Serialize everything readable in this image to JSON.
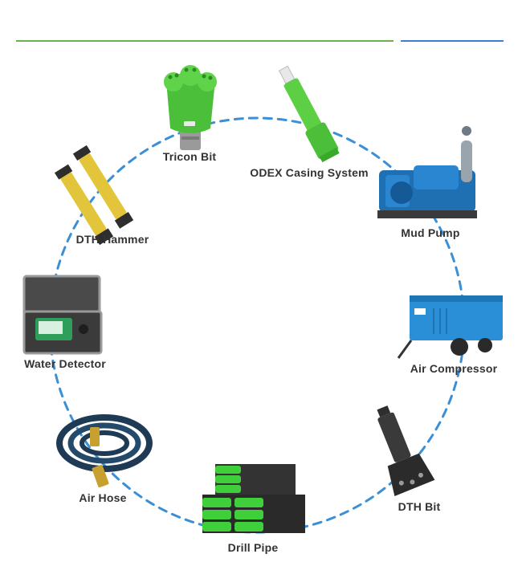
{
  "colors": {
    "rule_green": "#6ab04c",
    "rule_blue": "#3b7ed6",
    "dash": "#3a8fd6",
    "label": "#333333"
  },
  "products": [
    {
      "id": "tricon-bit",
      "label": "Tricon Bit",
      "icon": "tricon-bit-icon"
    },
    {
      "id": "odex-casing",
      "label": "ODEX Casing System",
      "icon": "odex-casing-icon"
    },
    {
      "id": "mud-pump",
      "label": "Mud Pump",
      "icon": "mud-pump-icon"
    },
    {
      "id": "air-compressor",
      "label": "Air  Compressor",
      "icon": "air-compressor-icon"
    },
    {
      "id": "dth-bit",
      "label": "DTH Bit",
      "icon": "dth-bit-icon"
    },
    {
      "id": "drill-pipe",
      "label": "Drill Pipe",
      "icon": "drill-pipe-icon"
    },
    {
      "id": "air-hose",
      "label": "Air Hose",
      "icon": "air-hose-icon"
    },
    {
      "id": "water-detector",
      "label": "Water Detector",
      "icon": "water-detector-icon"
    },
    {
      "id": "dth-hammer",
      "label": "DTH Hammer",
      "icon": "dth-hammer-icon"
    }
  ]
}
